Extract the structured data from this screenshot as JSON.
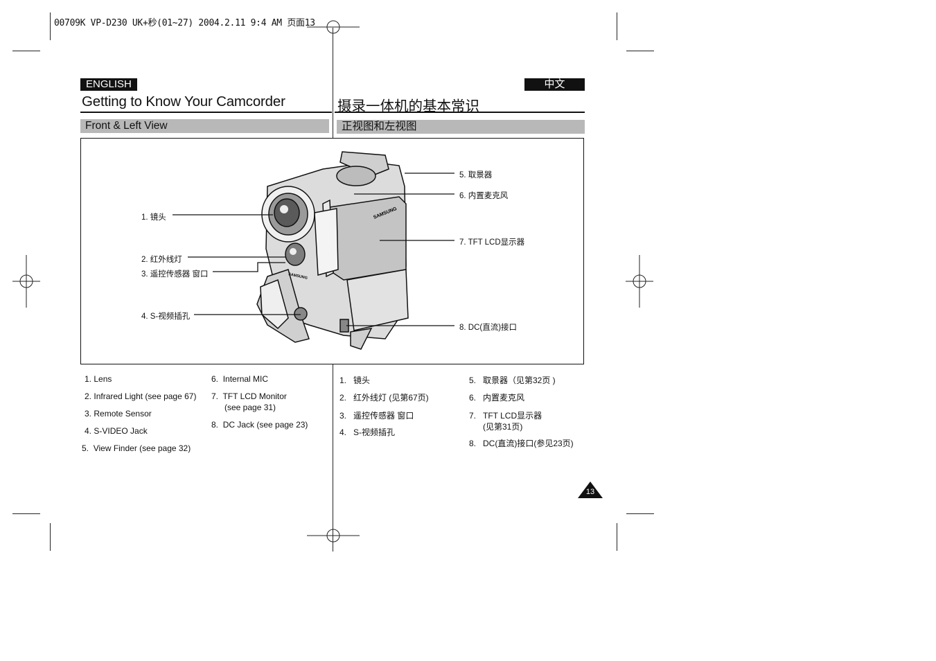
{
  "print_header": "00709K VP-D230 UK+秒(01~27) 2004.2.11 9:4 AM 页面13",
  "tags": {
    "english": "ENGLISH",
    "chinese": "中文"
  },
  "titles": {
    "english": "Getting to Know Your Camcorder",
    "chinese": "摄录一体机的基本常识"
  },
  "sections": {
    "english": "Front & Left View",
    "chinese": "正视图和左视图"
  },
  "figure": {
    "brand_text": "SAMSUNG",
    "callouts": [
      {
        "id": "1",
        "label": "1. 镜头"
      },
      {
        "id": "2",
        "label": "2. 红外线灯"
      },
      {
        "id": "3",
        "label": "3. 遥控传感器 窗口"
      },
      {
        "id": "4",
        "label": "4. S-视频插孔"
      },
      {
        "id": "5",
        "label": "5. 取景器"
      },
      {
        "id": "6",
        "label": "6. 内置麦克风"
      },
      {
        "id": "7",
        "label": "7. TFT LCD显示器"
      },
      {
        "id": "8",
        "label": "8. DC(直流)接口"
      }
    ]
  },
  "english_list": {
    "col1": [
      {
        "num": "1.",
        "text": "Lens"
      },
      {
        "num": "2.",
        "text": "Infrared Light (see page 67)"
      },
      {
        "num": "3.",
        "text": "Remote Sensor"
      },
      {
        "num": "4.",
        "text": "S-VIDEO Jack"
      },
      {
        "num": "5.",
        "text": "View Finder (see page 32)"
      }
    ],
    "col2": [
      {
        "num": "6.",
        "text": "Internal MIC"
      },
      {
        "num": "7.",
        "text": "TFT LCD Monitor",
        "text2": "(see page 31)"
      },
      {
        "num": "8.",
        "text": "DC Jack (see page 23)"
      }
    ]
  },
  "chinese_list": {
    "col1": [
      {
        "num": "1.",
        "text": "镜头"
      },
      {
        "num": "2.",
        "text": "红外线灯 (见第67页)"
      },
      {
        "num": "3.",
        "text": "遥控传感器 窗口"
      },
      {
        "num": "4.",
        "text": "S-视频插孔"
      }
    ],
    "col2": [
      {
        "num": "5.",
        "text": "取景器（见第32页 )"
      },
      {
        "num": "6.",
        "text": "内置麦克风"
      },
      {
        "num": "7.",
        "text": "TFT LCD显示器",
        "text2": "(见第31页)"
      },
      {
        "num": "8.",
        "text": "DC(直流)接口(参见23页)"
      }
    ]
  },
  "page_number": "13"
}
